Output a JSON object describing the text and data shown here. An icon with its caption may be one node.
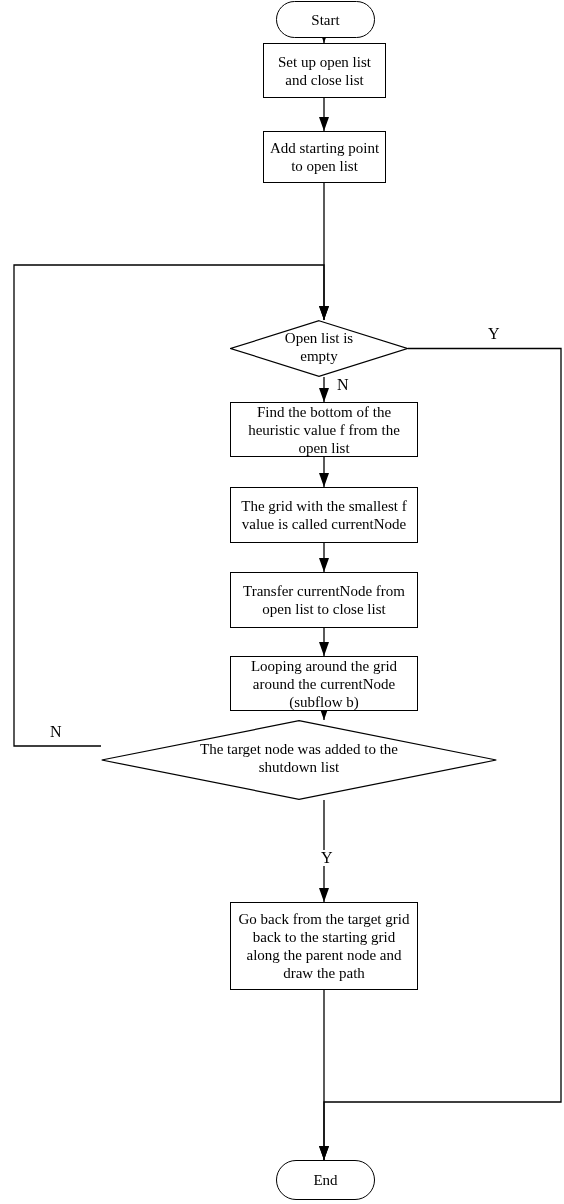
{
  "diagram": {
    "nodes": [
      {
        "text": [
          "Start"
        ]
      },
      {
        "text": [
          "Set up open list and close list"
        ]
      },
      {
        "text": [
          "Add starting point to open list"
        ]
      },
      {
        "text": [
          "Open list is empty"
        ]
      },
      {
        "text": [
          "Find the bottom of the heuristic value f from the open list"
        ]
      },
      {
        "text": [
          "The grid with the smallest f value is called currentNode"
        ]
      },
      {
        "text": [
          "Transfer currentNode from open list to close list"
        ]
      },
      {
        "text": [
          "Looping around the grid around the currentNode (subflow b)"
        ]
      },
      {
        "text": [
          "The target node was added to the shutdown list"
        ]
      },
      {
        "text": [
          "Go back from the target grid back to the starting grid along the parent node and draw the path"
        ]
      },
      {
        "text": [
          "End"
        ]
      }
    ],
    "edges": [
      {
        "from": 0,
        "to": 1,
        "arrow": "to"
      },
      {
        "from": 1,
        "to": 2,
        "arrow": "to"
      },
      {
        "from": 2,
        "to": 3,
        "arrow": "to"
      },
      {
        "from": 3,
        "to": 4,
        "arrow": "to",
        "label": "N"
      },
      {
        "from": 4,
        "to": 5,
        "arrow": "to"
      },
      {
        "from": 5,
        "to": 6,
        "arrow": "to"
      },
      {
        "from": 6,
        "to": 7,
        "arrow": "to"
      },
      {
        "from": 7,
        "to": 8,
        "arrow": "to"
      },
      {
        "from": 8,
        "to": 3,
        "arrow": "to",
        "label": "N"
      },
      {
        "from": 8,
        "to": 9,
        "arrow": "to",
        "label": "Y"
      },
      {
        "from": 9,
        "to": 10,
        "arrow": "to"
      },
      {
        "from": 3,
        "to": 10,
        "arrow": "to",
        "label": "Y"
      }
    ]
  }
}
